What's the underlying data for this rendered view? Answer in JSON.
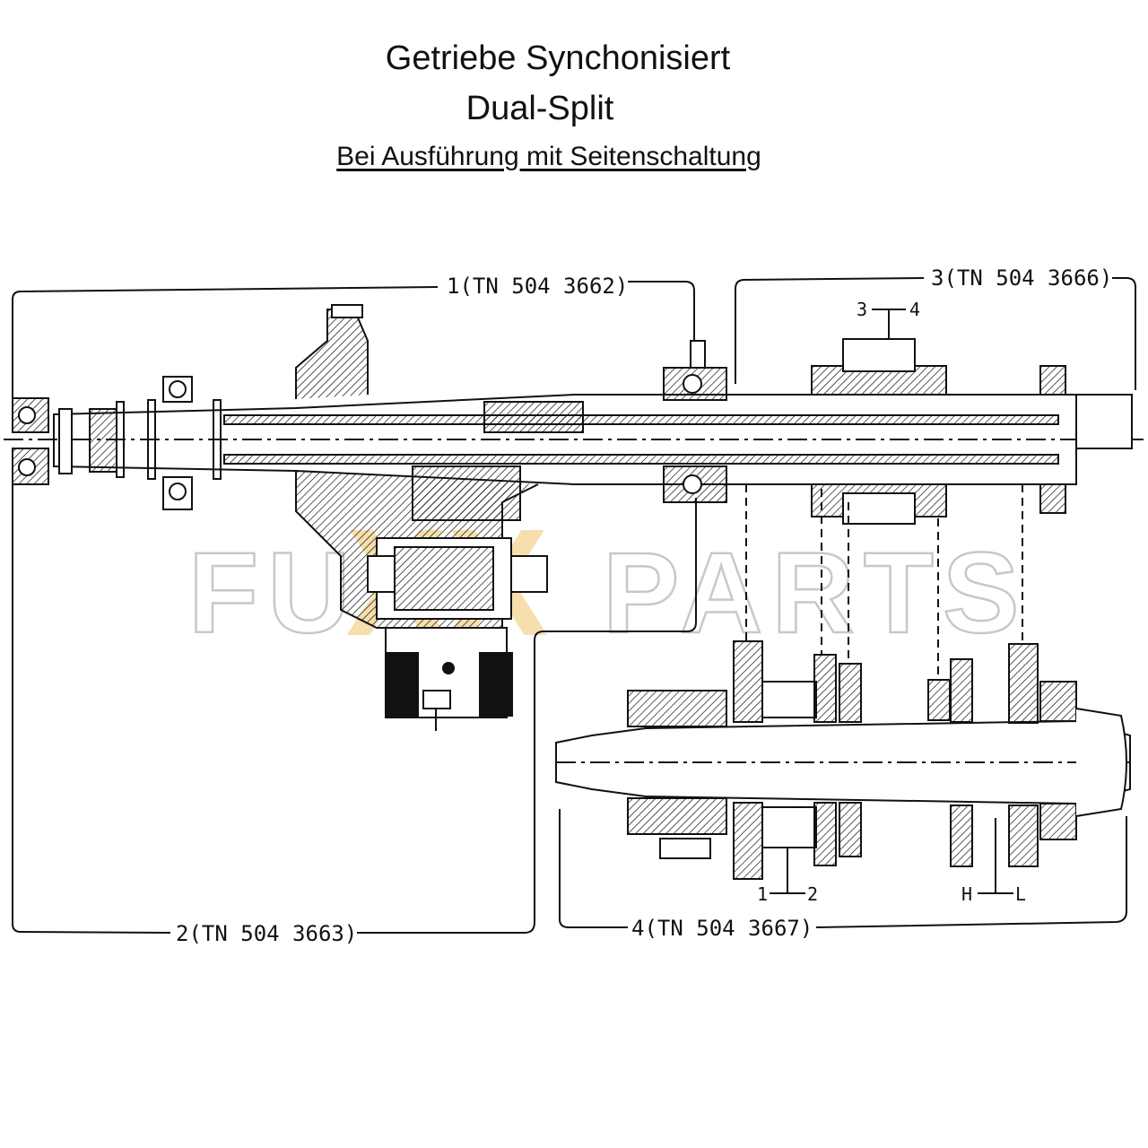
{
  "title": {
    "line1": "Getriebe Synchonisiert",
    "line2": "Dual-Split",
    "line3": "Bei Ausführung mit Seitenschaltung"
  },
  "callouts": {
    "c1": "1(TN 504 3662)",
    "c2": "2(TN 504 3663)",
    "c3": "3(TN 504 3666)",
    "c4": "4(TN 504 3667)"
  },
  "shift_marks": {
    "m34_left": "3",
    "m34_right": "4",
    "m12_left": "1",
    "m12_right": "2",
    "mHL_left": "H",
    "mHL_right": "L"
  },
  "watermark": {
    "left": "FU",
    "mark": "XX",
    "right": "PARTS"
  },
  "colors": {
    "line": "#111111",
    "watermark_outline": "#c8c8c8",
    "watermark_accent": "#f2c66b"
  }
}
